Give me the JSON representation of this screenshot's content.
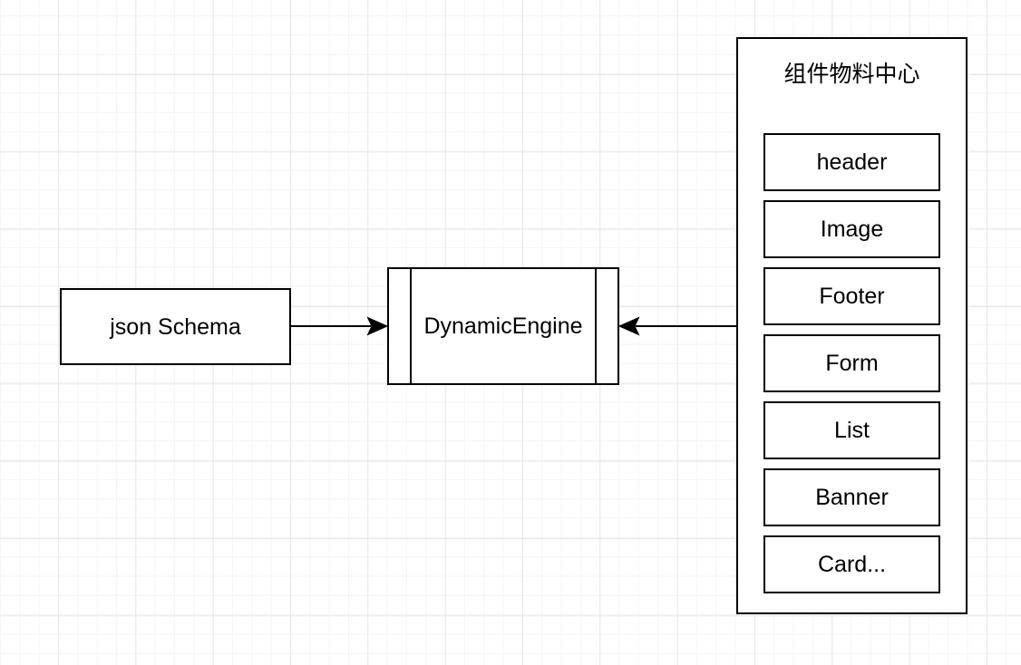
{
  "diagram": {
    "nodes": {
      "json_schema": {
        "label": "json Schema"
      },
      "dynamic_engine": {
        "label": "DynamicEngine"
      },
      "material_center": {
        "title": "组件物料中心",
        "items": [
          {
            "label": "header"
          },
          {
            "label": "Image"
          },
          {
            "label": "Footer"
          },
          {
            "label": "Form"
          },
          {
            "label": "List"
          },
          {
            "label": "Banner"
          },
          {
            "label": "Card..."
          }
        ]
      }
    },
    "edges": [
      {
        "from": "json Schema",
        "to": "DynamicEngine",
        "arrow": "right"
      },
      {
        "from": "组件物料中心",
        "to": "DynamicEngine",
        "arrow": "left"
      }
    ],
    "colors": {
      "stroke": "#000000",
      "shape_fill": "#ffffff",
      "canvas_background": "#ffffff",
      "grid_minor": "#f4f4f4",
      "grid_major": "#e8e8e8"
    }
  }
}
